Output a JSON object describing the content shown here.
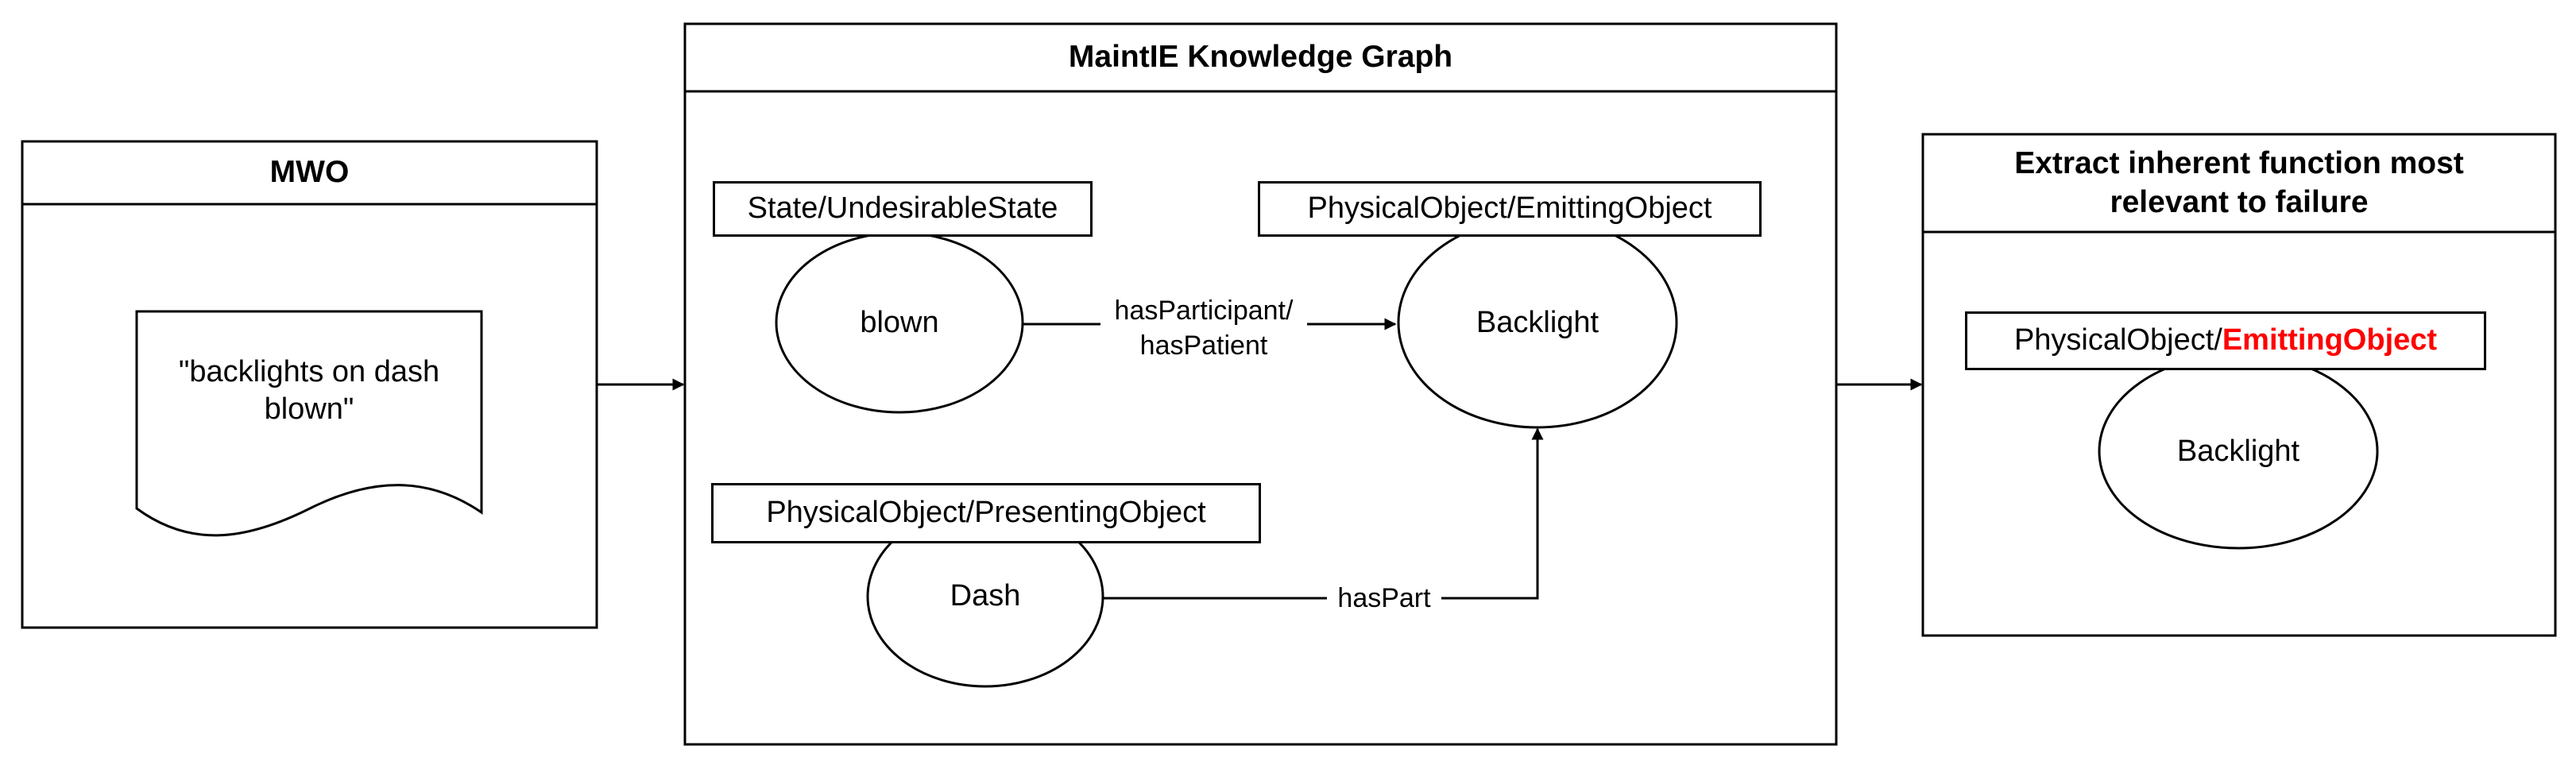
{
  "mwo": {
    "title": "MWO",
    "text": "\"backlights on dash blown\""
  },
  "kg": {
    "title": "MaintIE Knowledge Graph",
    "nodes": {
      "blown": {
        "type": "State/UndesirableState",
        "label": "blown"
      },
      "backlight": {
        "type": "PhysicalObject/EmittingObject",
        "label": "Backlight"
      },
      "dash": {
        "type": "PhysicalObject/PresentingObject",
        "label": "Dash"
      }
    },
    "edges": {
      "blown_to_backlight_line1": "hasParticipant/",
      "blown_to_backlight_line2": "hasPatient",
      "dash_to_backlight": "hasPart"
    }
  },
  "extract": {
    "title_line1": "Extract inherent function most",
    "title_line2": "relevant to failure",
    "type_prefix": "PhysicalObject/",
    "type_highlight": "EmittingObject",
    "highlight_color": "#ff0000",
    "node_label": "Backlight"
  }
}
